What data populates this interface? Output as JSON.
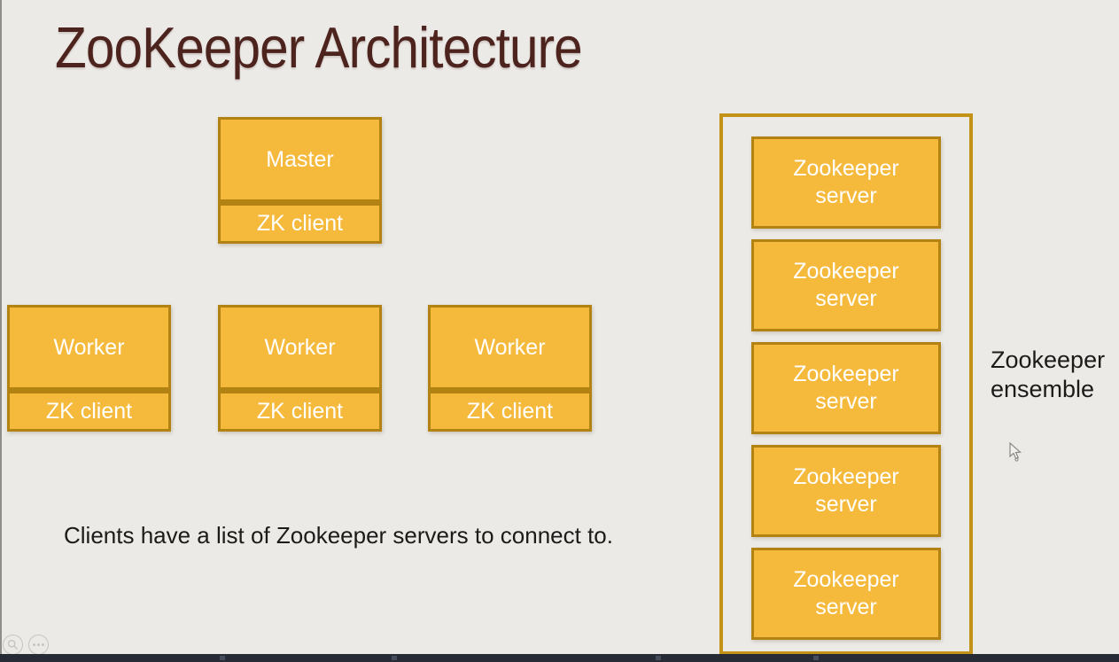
{
  "title": "ZooKeeper Architecture",
  "caption": "Clients have a list of Zookeeper servers to connect to.",
  "colors": {
    "background": "#ECEAE7",
    "box_fill": "#F5B93C",
    "box_border": "#B28312",
    "ensemble_border": "#C39318",
    "title": "#4D231E",
    "text_dark": "#1D1B19",
    "box_text": "#FFFFFF",
    "player_bar": "#262B36",
    "player_tick": "#454C5B",
    "icon_gray": "#C7C4C0"
  },
  "diagram": {
    "master": {
      "label": "Master",
      "sub_label": "ZK client"
    },
    "workers": [
      {
        "label": "Worker",
        "sub_label": "ZK client"
      },
      {
        "label": "Worker",
        "sub_label": "ZK client"
      },
      {
        "label": "Worker",
        "sub_label": "ZK client"
      }
    ],
    "ensemble": {
      "label_line1": "Zookeeper",
      "label_line2": "ensemble",
      "servers": [
        {
          "line1": "Zookeeper",
          "line2": "server"
        },
        {
          "line1": "Zookeeper",
          "line2": "server"
        },
        {
          "line1": "Zookeeper",
          "line2": "server"
        },
        {
          "line1": "Zookeeper",
          "line2": "server"
        },
        {
          "line1": "Zookeeper",
          "line2": "server"
        }
      ]
    }
  },
  "player": {
    "zoom_icon": "magnifier",
    "more_icon": "ellipsis"
  },
  "cursor": "arrow-pointer"
}
